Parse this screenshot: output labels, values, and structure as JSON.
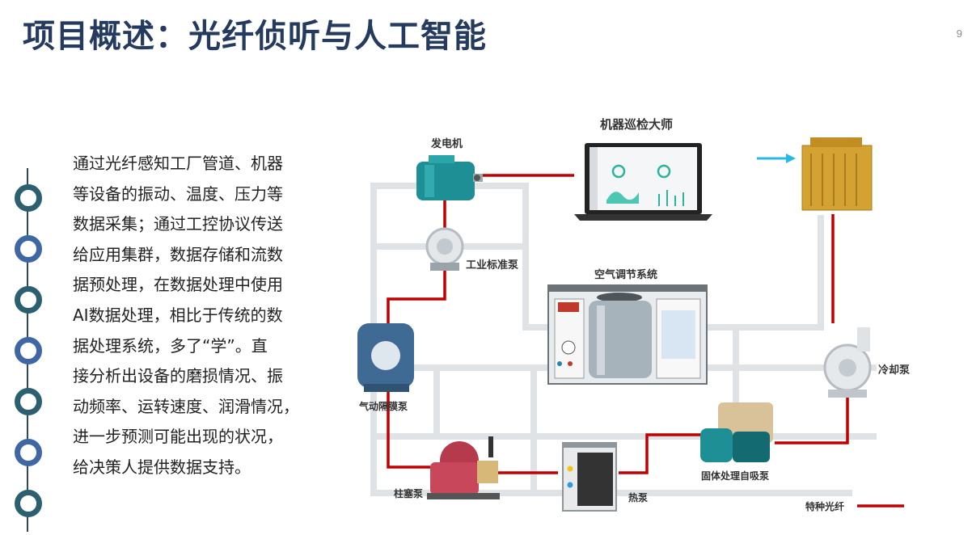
{
  "title": "项目概述：光纤侦听与人工智能",
  "page_number": "9",
  "description_lines": [
    "通过光纤感知工厂管道、机器",
    "等设备的振动、温度、压力等",
    "数据采集；通过工控协议传送",
    "给应用集群，数据存储和流数",
    "据预处理，在数据处理中使用",
    "AI数据处理，相比于传统的数",
    "据处理系统，多了“学”。直",
    "接分析出设备的磨损情况、振",
    "动频率、运转速度、润滑情况，",
    "进一步预测可能出现的状况，",
    "给决策人提供数据支持。"
  ],
  "diagram": {
    "labels": {
      "generator": "发电机",
      "laptop": "机器巡检大师",
      "standard_pump": "工业标准泵",
      "air_conditioning": "空气调节系统",
      "diaphragm_pump": "气动隔膜泵",
      "cooling_pump": "冷却泵",
      "plunger_pump": "柱塞泵",
      "heat_pump": "热泵",
      "self_priming_pump": "固体处理自吸泵",
      "legend_fiber": "特种光纤"
    }
  },
  "colors": {
    "title": "#243a5e",
    "fiber": "#c00000",
    "pipe": "#dfe3e6",
    "circle_teal": "#2c6070",
    "circle_blue": "#3e67a3"
  }
}
